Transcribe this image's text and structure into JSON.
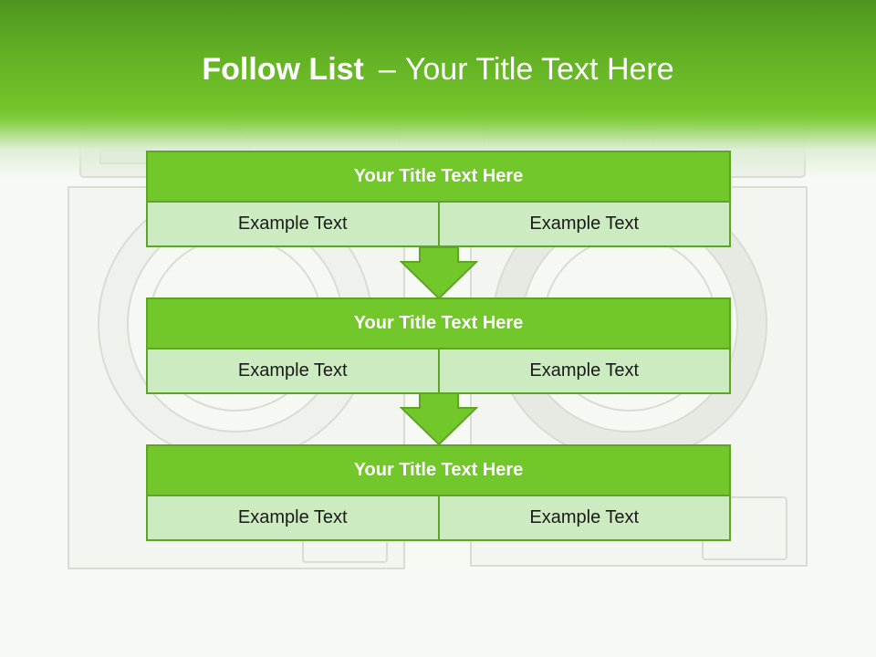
{
  "title": {
    "strong": "Follow List",
    "separator": "–",
    "rest": "Your Title Text Here"
  },
  "blocks": [
    {
      "title": "Your Title Text Here",
      "cells": [
        "Example Text",
        "Example Text"
      ]
    },
    {
      "title": "Your Title Text Here",
      "cells": [
        "Example Text",
        "Example Text"
      ]
    },
    {
      "title": "Your Title Text Here",
      "cells": [
        "Example Text",
        "Example Text"
      ]
    }
  ],
  "colors": {
    "header_green": "#62b025",
    "title_bar_green": "#72c72b",
    "cell_green": "#cdebc0",
    "border_green": "#5ea526",
    "arrow_green": "#72c72b"
  },
  "icons": [
    "down-arrow-icon",
    "washing-machine-background"
  ]
}
